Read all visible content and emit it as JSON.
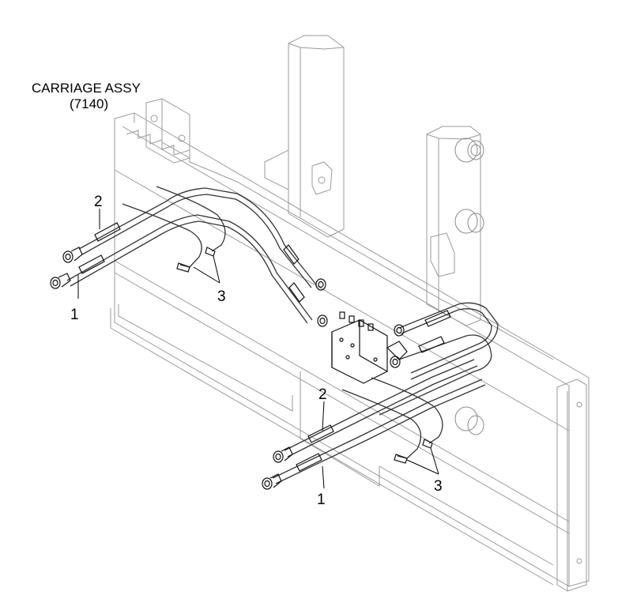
{
  "title": {
    "line1": "CARRIAGE ASSY",
    "line2": "(7140)"
  },
  "callouts": {
    "left_2": "2",
    "left_1": "1",
    "left_3": "3",
    "right_2": "2",
    "right_1": "1",
    "right_3": "3"
  },
  "colors": {
    "ink": "#000000",
    "frame": "#9a9a9a",
    "background": "#ffffff"
  }
}
